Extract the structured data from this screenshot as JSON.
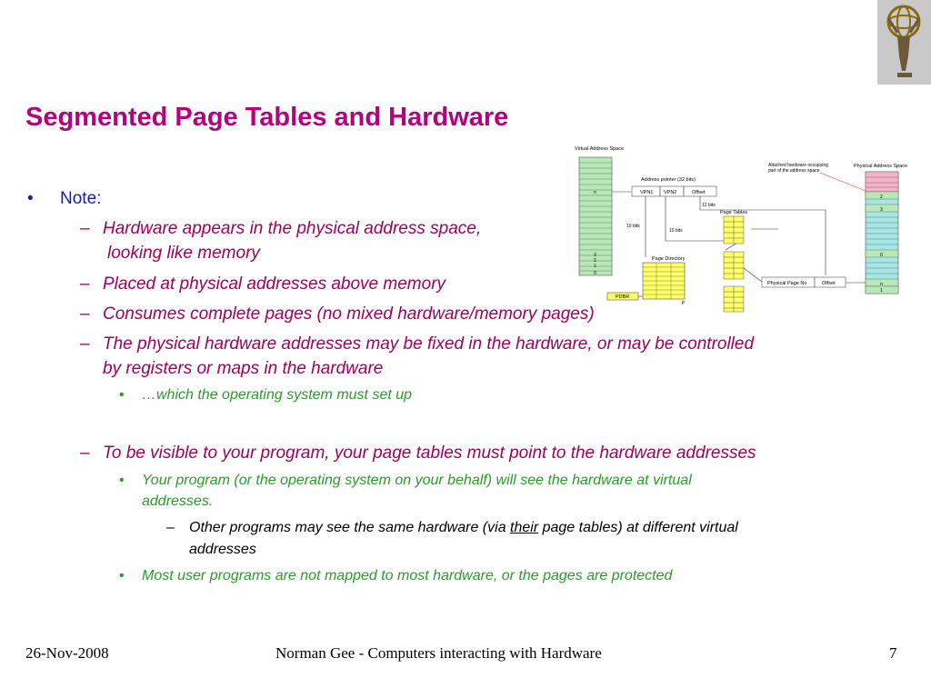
{
  "slide": {
    "title": "Segmented Page Tables and Hardware",
    "bullets": {
      "note": "Note:",
      "hw_phys_1": "Hardware appears in the physical address space,",
      "hw_phys_2": "looking like memory",
      "placed": "Placed at physical addresses above memory",
      "consumes": "Consumes complete pages (no mixed hardware/memory pages)",
      "fixed_1": "The physical hardware addresses may be fixed in the hardware, or may be controlled",
      "fixed_2": "by registers or maps in the hardware",
      "os_setup": "…which the operating system must set up",
      "visible": "To be visible to your program, your page tables must point to the hardware addresses",
      "your_prog_1": "Your program (or the operating system on your behalf) will see the hardware at virtual",
      "your_prog_2": "addresses.",
      "other_prog_1a": "Other programs may see the same hardware (via ",
      "other_prog_1b": "their",
      "other_prog_1c": " page tables) at different virtual",
      "other_prog_2": "addresses",
      "most_user": "Most user programs are not mapped to most hardware, or the pages are protected"
    },
    "markers": {
      "bullet": "•",
      "dash": "–"
    }
  },
  "diagram": {
    "virtual_space": "Virtual Address Space",
    "vas_n": "n",
    "vas_low": [
      "3",
      "2",
      "1",
      "0"
    ],
    "address_pointer": "Address pointer (32 bits)",
    "vpn1": "VPN1",
    "vpn2": "VPN2",
    "offset": "Offset",
    "bits_12": "12 bits",
    "bits_10a": "10 bits",
    "bits_10b": "10 bits",
    "page_tables": "Page Tables",
    "page_directory": "Page Directory",
    "pdbr": "PDBR",
    "p_label": "P",
    "attached_1": "Attached hardware occupying",
    "attached_2": "part of the address space",
    "physical_space": "Physical Address Space",
    "physical_page_no": "Physical Page No",
    "offset2": "Offset",
    "pas_labels": [
      "2",
      "3",
      "0",
      "n",
      "1"
    ]
  },
  "footer": {
    "date": "26-Nov-2008",
    "center": "Norman Gee - Computers interacting with Hardware",
    "page": "7"
  },
  "colors": {
    "title": "#b5007f",
    "level1": "#1a1ab4",
    "level2": "#a0005c",
    "level3": "#2a9b2a",
    "vas_fill": "#b8e8b8",
    "table_fill": "#ffff66",
    "pas_fill": "#a8e6e6",
    "hw_fill": "#f4b4c8"
  }
}
